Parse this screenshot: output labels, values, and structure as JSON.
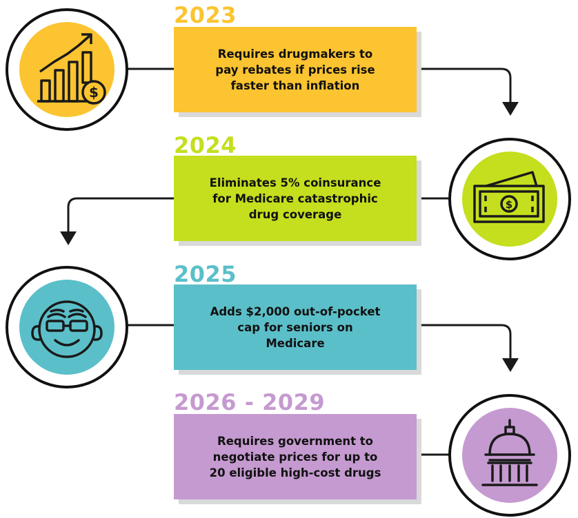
{
  "colors": {
    "y2023": "#fbc430",
    "y2024": "#c5de1e",
    "y2025": "#5bbfc9",
    "y2026": "#c59ad0",
    "outline": "#1a1a1a"
  },
  "milestones": [
    {
      "year": "2023",
      "text": "Requires drugmakers to pay rebates if prices rise faster than inflation",
      "icon": "rising-bar-chart-dollar-icon"
    },
    {
      "year": "2024",
      "text": "Eliminates 5% coinsurance for Medicare catastrophic drug coverage",
      "icon": "dollar-bills-icon"
    },
    {
      "year": "2025",
      "text": "Adds $2,000 out-of-pocket cap for seniors on Medicare",
      "icon": "senior-face-icon"
    },
    {
      "year": "2026 - 2029",
      "text": "Requires government to negotiate prices for up to 20 eligible high-cost drugs",
      "icon": "capitol-building-icon"
    }
  ]
}
